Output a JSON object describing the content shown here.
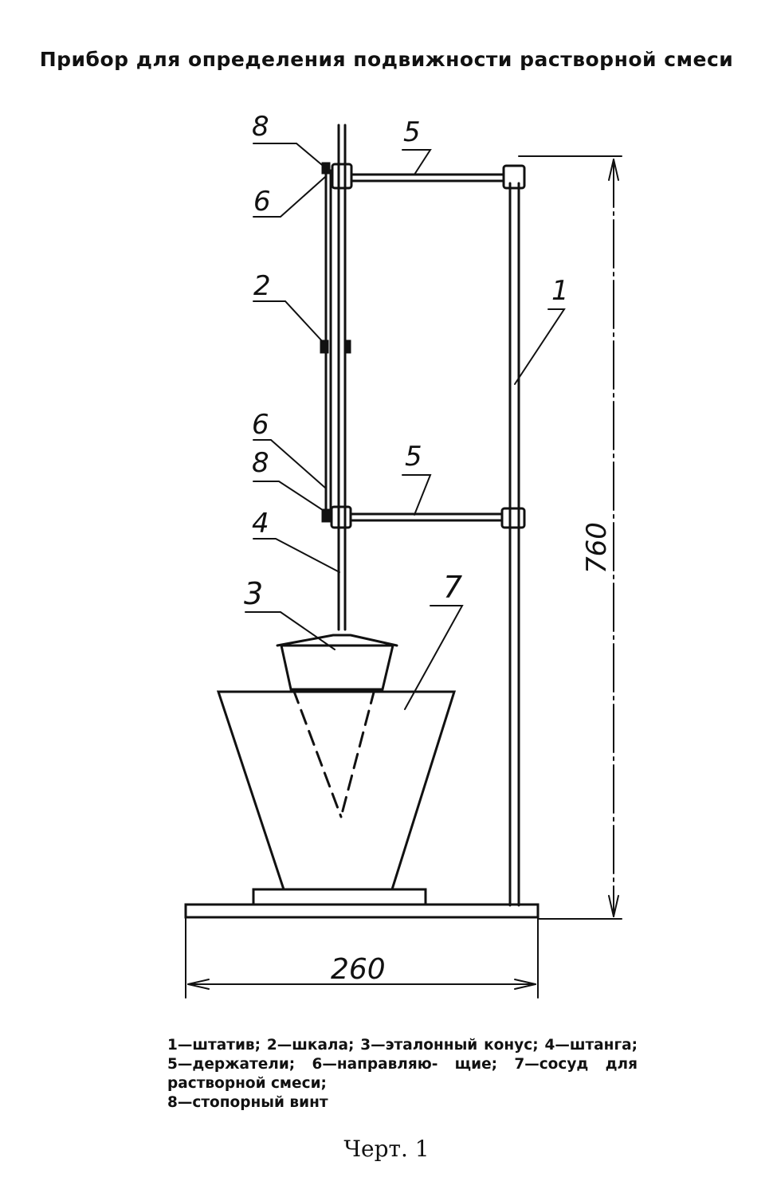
{
  "title": "Прибор для определения подвижности растворной смеси",
  "labels": {
    "l8_top": "8",
    "l5_top": "5",
    "l6_top": "6",
    "l2": "2",
    "l1": "1",
    "l6_mid": "6",
    "l8_mid": "8",
    "l5_mid": "5",
    "l4": "4",
    "l3": "3",
    "l7": "7"
  },
  "dimensions": {
    "height": "760",
    "width": "260"
  },
  "legend": {
    "line1": "1—штатив; 2—шкала; 3—эталонный конус; 4—штанга; 5—держатели; 6—направляю- щие; 7—сосуд для растворной смеси;",
    "line2": "8—стопорный винт"
  },
  "caption": "Черт. 1"
}
